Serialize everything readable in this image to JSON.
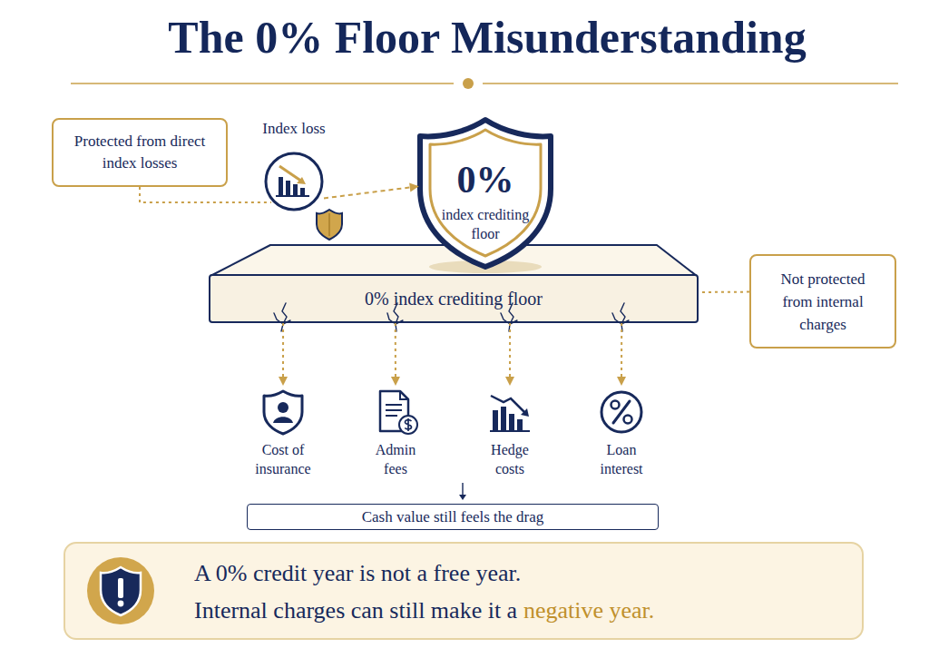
{
  "diagram": {
    "title": "The 0% Floor Misunderstanding",
    "nodes": [
      {
        "text": [
          "Protected from direct index losses"
        ]
      },
      {
        "text": [
          "Index loss"
        ]
      },
      {
        "text": [
          "0%",
          "index crediting floor"
        ]
      },
      {
        "text": [
          "0% index crediting floor"
        ]
      },
      {
        "text": [
          "Not protected from internal charges"
        ]
      },
      {
        "text": [
          "Cost of insurance"
        ]
      },
      {
        "text": [
          "Admin fees"
        ]
      },
      {
        "text": [
          "Hedge costs"
        ]
      },
      {
        "text": [
          "Loan interest"
        ]
      },
      {
        "text": [
          "Cash value still feels the drag"
        ]
      },
      {
        "text": [
          "A 0% credit year is not a free year.",
          "Internal charges can still make it a",
          "negative year."
        ]
      }
    ],
    "edges": [
      {
        "from": 0,
        "to": 1,
        "arrow": "none"
      },
      {
        "from": 1,
        "to": 2,
        "arrow": "to"
      },
      {
        "from": 4,
        "to": 3,
        "arrow": "none"
      },
      {
        "from": 3,
        "to": 5,
        "arrow": "to"
      },
      {
        "from": 3,
        "to": 6,
        "arrow": "to"
      },
      {
        "from": 3,
        "to": 7,
        "arrow": "to"
      },
      {
        "from": 3,
        "to": 8,
        "arrow": "to"
      }
    ]
  }
}
